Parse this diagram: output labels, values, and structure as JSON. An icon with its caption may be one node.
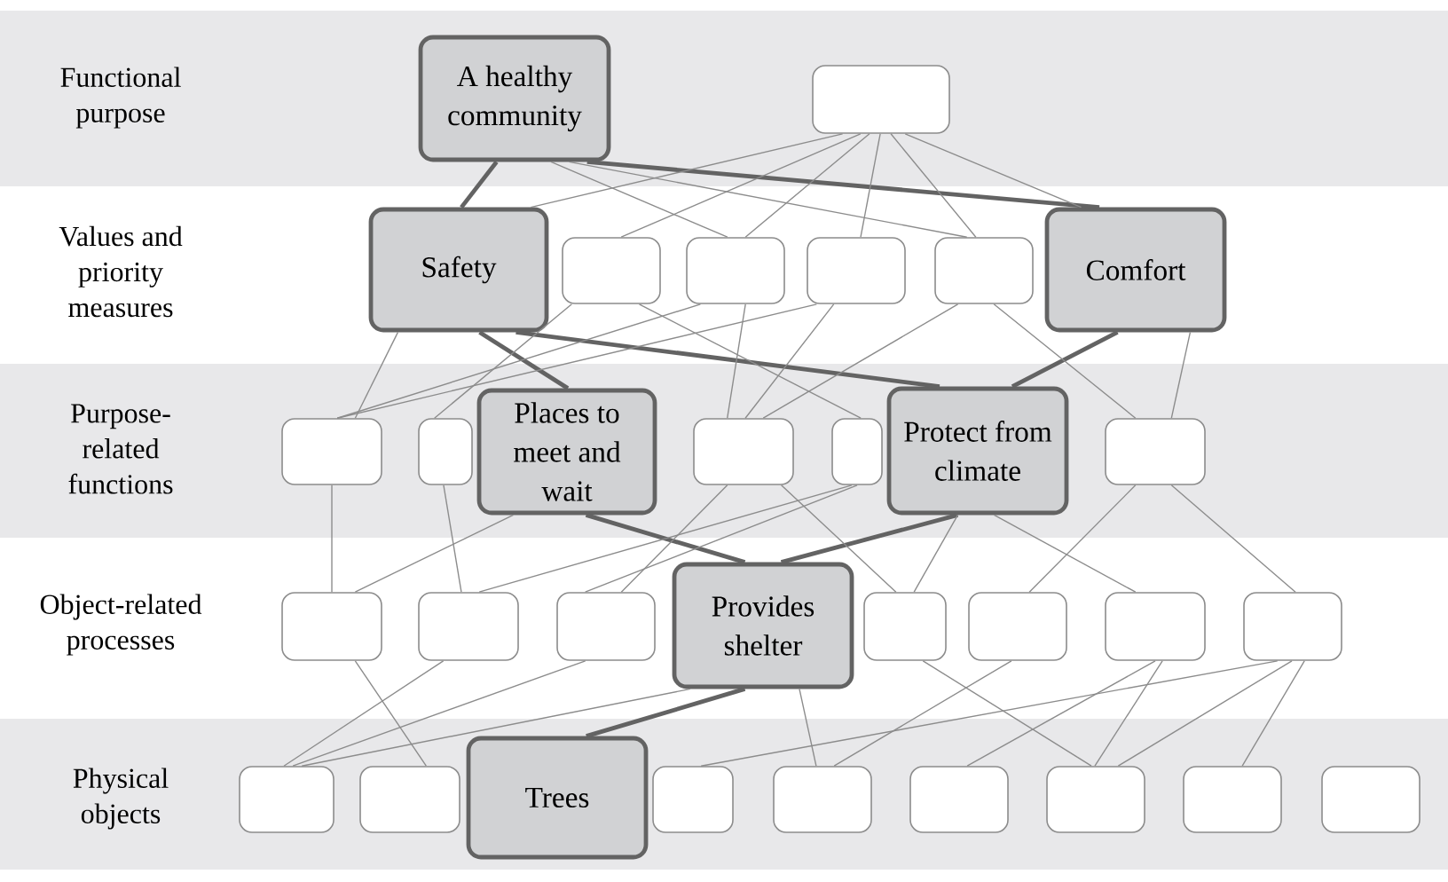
{
  "diagram": {
    "nodes": [
      {
        "text": [
          "A healthy community"
        ]
      },
      {
        "text": [],
        "shape": "box"
      },
      {
        "text": [
          "Safety"
        ]
      },
      {
        "text": [],
        "shape": "box"
      },
      {
        "text": [],
        "shape": "box"
      },
      {
        "text": [],
        "shape": "box"
      },
      {
        "text": [],
        "shape": "box"
      },
      {
        "text": [
          "Comfort"
        ]
      },
      {
        "text": [],
        "shape": "box"
      },
      {
        "text": [],
        "shape": "box"
      },
      {
        "text": [
          "Places to meet and wait"
        ]
      },
      {
        "text": [],
        "shape": "box"
      },
      {
        "text": [],
        "shape": "box"
      },
      {
        "text": [
          "Protect from climate"
        ]
      },
      {
        "text": [],
        "shape": "box"
      },
      {
        "text": [],
        "shape": "box"
      },
      {
        "text": [],
        "shape": "box"
      },
      {
        "text": [],
        "shape": "box"
      },
      {
        "text": [
          "Provides shelter"
        ]
      },
      {
        "text": [],
        "shape": "box"
      },
      {
        "text": [],
        "shape": "box"
      },
      {
        "text": [],
        "shape": "box"
      },
      {
        "text": [],
        "shape": "box"
      },
      {
        "text": [],
        "shape": "box"
      },
      {
        "text": [],
        "shape": "box"
      },
      {
        "text": [
          "Trees"
        ]
      },
      {
        "text": [],
        "shape": "box"
      },
      {
        "text": [],
        "shape": "box"
      },
      {
        "text": [],
        "shape": "box"
      },
      {
        "text": [],
        "shape": "box"
      },
      {
        "text": [],
        "shape": "box"
      },
      {
        "text": [],
        "shape": "box"
      }
    ],
    "edges": [
      {
        "from": 0,
        "to": 2,
        "arrow": "none",
        "style": "thick",
        "color": "#636363"
      },
      {
        "from": 0,
        "to": 7,
        "arrow": "none",
        "style": "thick",
        "color": "#636363"
      },
      {
        "from": 0,
        "to": 4,
        "arrow": "none"
      },
      {
        "from": 0,
        "to": 6,
        "arrow": "none"
      },
      {
        "from": 1,
        "to": 2,
        "arrow": "none"
      },
      {
        "from": 1,
        "to": 3,
        "arrow": "none"
      },
      {
        "from": 1,
        "to": 4,
        "arrow": "none"
      },
      {
        "from": 1,
        "to": 5,
        "arrow": "none"
      },
      {
        "from": 1,
        "to": 6,
        "arrow": "none"
      },
      {
        "from": 1,
        "to": 7,
        "arrow": "none"
      },
      {
        "from": 2,
        "to": 10,
        "arrow": "none",
        "style": "thick",
        "color": "#636363"
      },
      {
        "from": 2,
        "to": 13,
        "arrow": "none",
        "style": "thick",
        "color": "#636363"
      },
      {
        "from": 7,
        "to": 13,
        "arrow": "none",
        "style": "thick",
        "color": "#636363"
      },
      {
        "from": 2,
        "to": 8,
        "arrow": "none"
      },
      {
        "from": 3,
        "to": 9,
        "arrow": "none"
      },
      {
        "from": 3,
        "to": 12,
        "arrow": "none"
      },
      {
        "from": 4,
        "to": 8,
        "arrow": "none"
      },
      {
        "from": 4,
        "to": 11,
        "arrow": "none"
      },
      {
        "from": 5,
        "to": 8,
        "arrow": "none"
      },
      {
        "from": 5,
        "to": 11,
        "arrow": "none"
      },
      {
        "from": 6,
        "to": 11,
        "arrow": "none"
      },
      {
        "from": 6,
        "to": 14,
        "arrow": "none"
      },
      {
        "from": 7,
        "to": 14,
        "arrow": "none"
      },
      {
        "from": 10,
        "to": 18,
        "arrow": "none",
        "style": "thick",
        "color": "#636363"
      },
      {
        "from": 13,
        "to": 18,
        "arrow": "none",
        "style": "thick",
        "color": "#636363"
      },
      {
        "from": 8,
        "to": 15,
        "arrow": "none"
      },
      {
        "from": 9,
        "to": 16,
        "arrow": "none"
      },
      {
        "from": 10,
        "to": 15,
        "arrow": "none"
      },
      {
        "from": 11,
        "to": 17,
        "arrow": "none"
      },
      {
        "from": 11,
        "to": 19,
        "arrow": "none"
      },
      {
        "from": 12,
        "to": 16,
        "arrow": "none"
      },
      {
        "from": 12,
        "to": 17,
        "arrow": "none"
      },
      {
        "from": 13,
        "to": 19,
        "arrow": "none"
      },
      {
        "from": 13,
        "to": 21,
        "arrow": "none"
      },
      {
        "from": 14,
        "to": 20,
        "arrow": "none"
      },
      {
        "from": 14,
        "to": 22,
        "arrow": "none"
      },
      {
        "from": 18,
        "to": 25,
        "arrow": "none",
        "style": "thick",
        "color": "#636363"
      },
      {
        "from": 15,
        "to": 24,
        "arrow": "none"
      },
      {
        "from": 16,
        "to": 23,
        "arrow": "none"
      },
      {
        "from": 17,
        "to": 23,
        "arrow": "none"
      },
      {
        "from": 18,
        "to": 23,
        "arrow": "none"
      },
      {
        "from": 18,
        "to": 27,
        "arrow": "none"
      },
      {
        "from": 19,
        "to": 29,
        "arrow": "none"
      },
      {
        "from": 20,
        "to": 27,
        "arrow": "none"
      },
      {
        "from": 21,
        "to": 28,
        "arrow": "none"
      },
      {
        "from": 21,
        "to": 29,
        "arrow": "none"
      },
      {
        "from": 22,
        "to": 26,
        "arrow": "none"
      },
      {
        "from": 22,
        "to": 29,
        "arrow": "none"
      },
      {
        "from": 22,
        "to": 30,
        "arrow": "none"
      }
    ],
    "labels": [
      "Functional purpose",
      "Values and priority measures",
      "Purpose-related functions",
      "Object-related processes",
      "Physical objects"
    ]
  }
}
